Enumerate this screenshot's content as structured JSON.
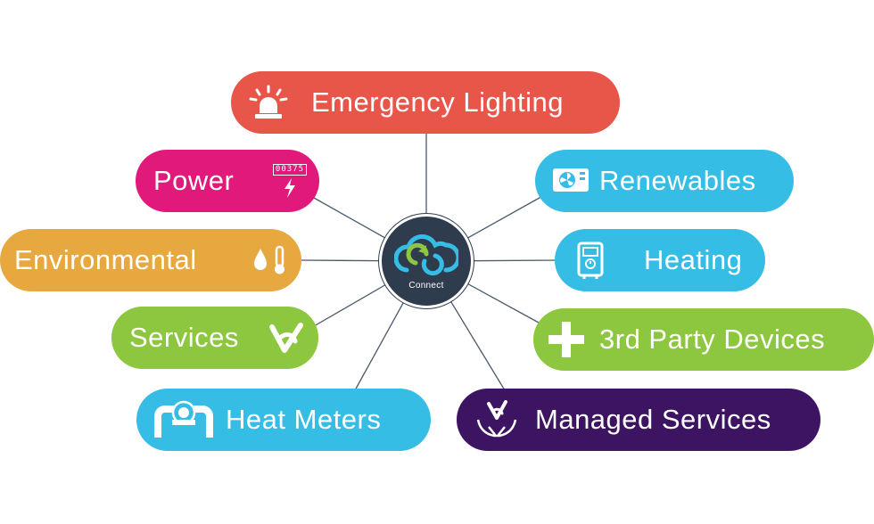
{
  "hub": {
    "label": "Connect"
  },
  "nodes": {
    "emergency_lighting": {
      "label": "Emergency Lighting",
      "color": "#e8564a",
      "icon": "beacon-icon"
    },
    "power": {
      "label": "Power",
      "color": "#e0197a",
      "icon": "meter-bolt-icon",
      "meter_digits": "00375"
    },
    "environmental": {
      "label": "Environmental",
      "color": "#e7a83f",
      "icon": "drop-thermometer-icon"
    },
    "services": {
      "label": "Services",
      "color": "#8dc63f",
      "icon": "v-logo-icon"
    },
    "heat_meters": {
      "label": "Heat Meters",
      "color": "#36bde6",
      "icon": "pipe-meter-icon"
    },
    "renewables": {
      "label": "Renewables",
      "color": "#36bde6",
      "icon": "heat-pump-icon"
    },
    "heating": {
      "label": "Heating",
      "color": "#36bde6",
      "icon": "boiler-icon"
    },
    "third_party": {
      "label": "3rd Party Devices",
      "color": "#8dc63f",
      "icon": "plus-icon"
    },
    "managed_services": {
      "label": "Managed Services",
      "color": "#3d1461",
      "icon": "hands-logo-icon"
    }
  }
}
